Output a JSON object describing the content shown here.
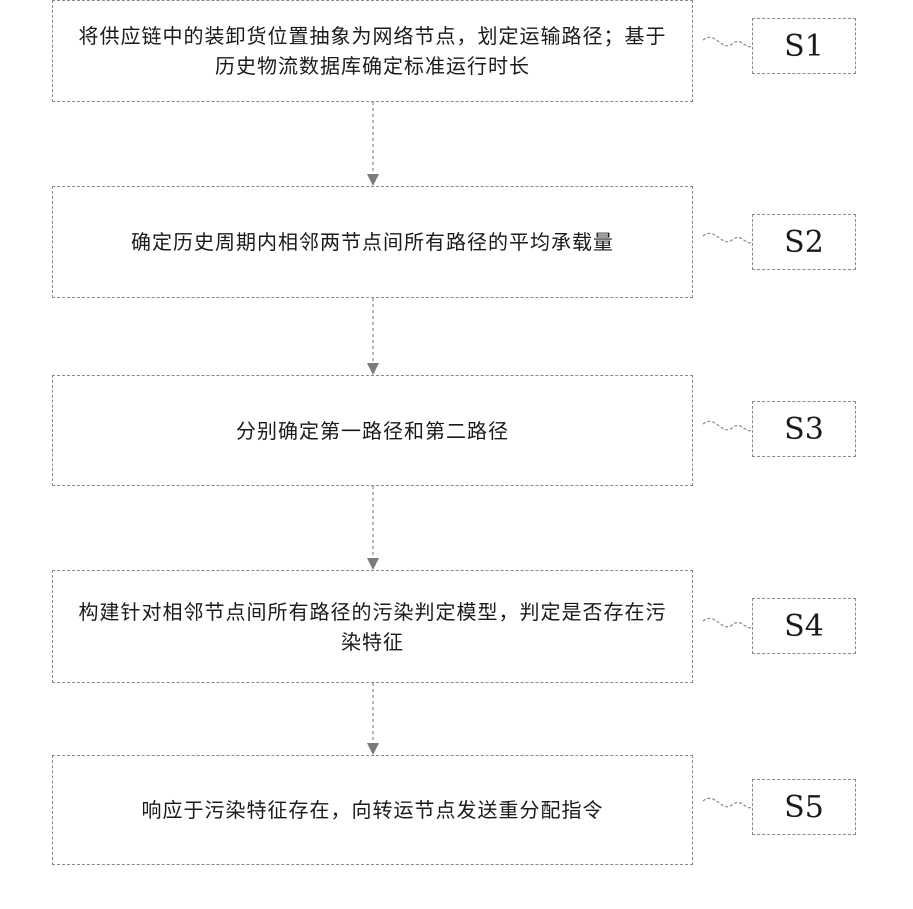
{
  "steps": [
    {
      "id": "S1",
      "text": "将供应链中的装卸货位置抽象为网络节点，划定运输路径；基于历史物流数据库确定标准运行时长"
    },
    {
      "id": "S2",
      "text": "确定历史周期内相邻两节点间所有路径的平均承载量"
    },
    {
      "id": "S3",
      "text": "分别确定第一路径和第二路径"
    },
    {
      "id": "S4",
      "text": "构建针对相邻节点间所有路径的污染判定模型，判定是否存在污染特征"
    },
    {
      "id": "S5",
      "text": "响应于污染特征存在，向转运节点发送重分配指令"
    }
  ]
}
